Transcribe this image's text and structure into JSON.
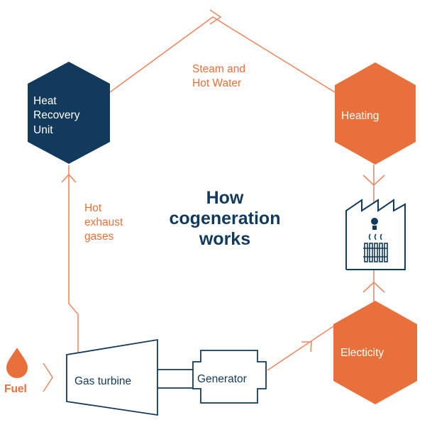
{
  "title": {
    "line1": "How",
    "line2": "cogeneration",
    "line3": "works"
  },
  "nodes": {
    "heat_recovery": {
      "line1": "Heat",
      "line2": "Recovery",
      "line3": "Unit"
    },
    "heating": {
      "label": "Heating"
    },
    "electricity": {
      "label": "Electicity"
    },
    "gas_turbine": {
      "label": "Gas turbine"
    },
    "generator": {
      "label": "Generator"
    },
    "fuel": {
      "label": "Fuel"
    }
  },
  "flows": {
    "steam": {
      "line1": "Steam and",
      "line2": "Hot Water"
    },
    "exhaust": {
      "line1": "Hot",
      "line2": "exhaust",
      "line3": "gases"
    }
  },
  "colors": {
    "navy": "#123a5c",
    "orange": "#e8703a",
    "line": "#ee8a63",
    "white": "#ffffff"
  },
  "icons": [
    "fuel-drop-icon",
    "factory-icon",
    "light-bulb-icon",
    "radiator-icon"
  ]
}
